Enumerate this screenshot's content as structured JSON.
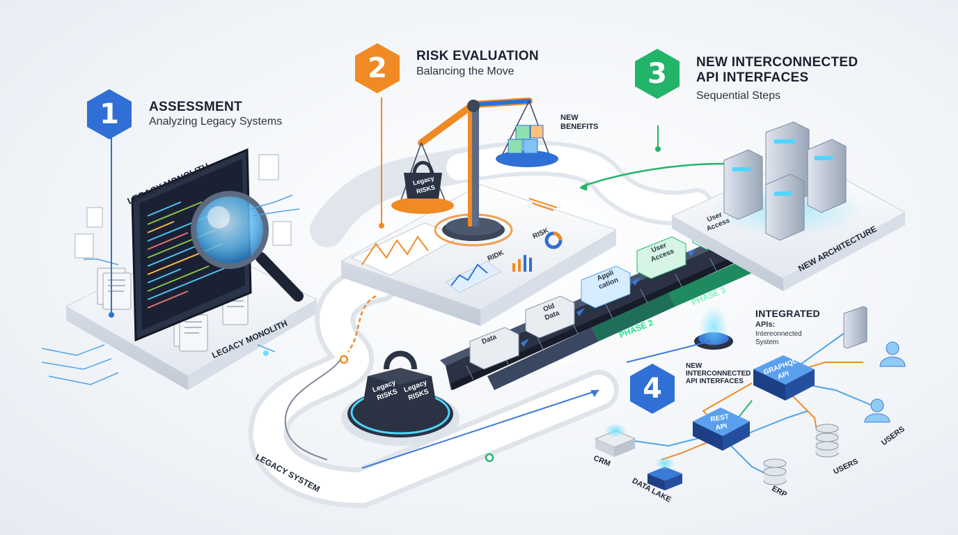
{
  "steps": [
    {
      "number": "1",
      "title": "ASSESSMENT",
      "subtitle": "Analyzing Legacy Systems",
      "color": "#2f6fd6"
    },
    {
      "number": "2",
      "title": "RISK EVALUATION",
      "subtitle": "Balancing the Move",
      "color": "#f08a24"
    },
    {
      "number": "3",
      "title": "NEW INTERCONNECTED API INTERFACES",
      "title_line1": "NEW INTERCONNECTED",
      "title_line2": "API INTERFACES",
      "subtitle": "Sequential Steps",
      "color": "#22b469"
    },
    {
      "number": "4",
      "color": "#2f6fd6"
    }
  ],
  "assessment": {
    "monitor_label": "LEGACY MONOLITH",
    "platform_label": "LEGACY MONOLITH"
  },
  "risk": {
    "weight_label": "Legacy RISKS",
    "weight_line1": "Legacy",
    "weight_line2": "RISKS",
    "benefits_label": "NEW BENEFITS",
    "benefits_line1": "NEW",
    "benefits_line2": "BENEFITS",
    "chart_label_1": "RIDK",
    "chart_label_2": "RISK"
  },
  "conveyor": {
    "blocks": [
      "Data",
      "Old Data",
      "Appli cation",
      "User Access",
      "User Access"
    ],
    "phases": [
      "PHASE 1",
      "PHASE 2",
      "PHASE 3"
    ]
  },
  "new_architecture": {
    "label": "NEW ARCHITECTURE"
  },
  "legacy_weight": {
    "line1": "Legacy",
    "line2": "RISKS",
    "line3": "Legacy",
    "line4": "RISKS"
  },
  "path_label": "LEGACY SYSTEM",
  "integration": {
    "title": "INTEGRATED",
    "subtitle_bold": "APIs:",
    "subtitle": "Intereonnected System",
    "subtitle_l1": "Intereonnected",
    "subtitle_l2": "System",
    "new_api_l1": "NEW",
    "new_api_l2": "INTERCONNECTED",
    "new_api_l3": "API INTERFACES",
    "graphql": "GRAPHQL API",
    "graphql_l1": "GRAPHQL",
    "graphql_l2": "API",
    "rest": "REST API",
    "rest_l1": "REST",
    "rest_l2": "API",
    "crm": "CRM",
    "data_lake": "DATA LAKE",
    "erp": "ERP",
    "users_1": "USERS",
    "users_2": "USERS"
  }
}
